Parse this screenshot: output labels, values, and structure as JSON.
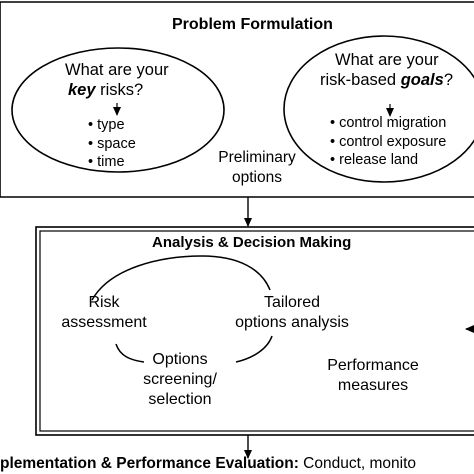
{
  "problem": {
    "title": "Problem Formulation",
    "key": {
      "q_line1": "What are your",
      "q_bold": "key",
      "q_rest": " risks?",
      "bullets": [
        "type",
        "space",
        "time"
      ]
    },
    "goals": {
      "q_line1": "What are your",
      "q_line2_pre": "risk-based ",
      "q_bold": "goals",
      "q_rest": "?",
      "bullets": [
        "control migration",
        "control exposure",
        "release land"
      ]
    },
    "preliminary_line1": "Preliminary",
    "preliminary_line2": "options"
  },
  "analysis": {
    "title": "Analysis & Decision Making",
    "risk_line1": "Risk",
    "risk_line2": "assessment",
    "tailored_line1": "Tailored",
    "tailored_line2": "options analysis",
    "options_line1": "Options",
    "options_line2": "screening/",
    "options_line3": "selection",
    "perf_line1": "Performance",
    "perf_line2": "measures"
  },
  "implementation": {
    "title": "plementation & Performance Evaluation:",
    "text": " Conduct, monito"
  }
}
